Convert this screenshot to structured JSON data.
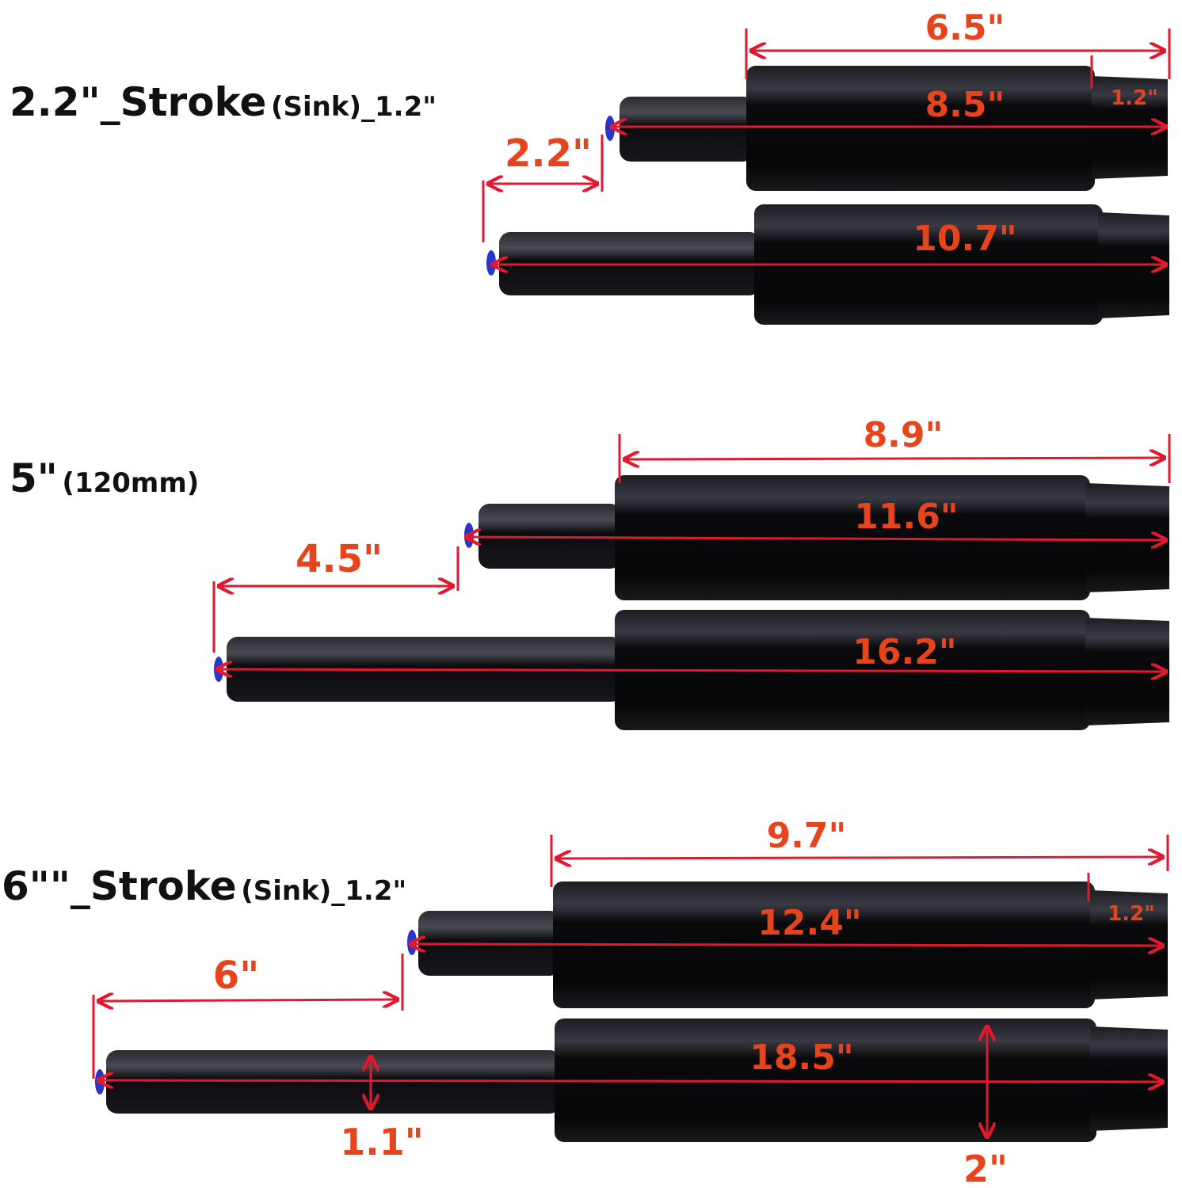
{
  "colors": {
    "background": "#ffffff",
    "cylinder": "#0d0d0f",
    "dimension_line": "#e0192e",
    "dimension_text": "#e8441c",
    "end_cap": "#2a36c8",
    "title_text": "#111111"
  },
  "groups": [
    {
      "title_main": "2.2\"_Stroke",
      "title_sub": "(Sink)_1.2\"",
      "body_length_label": "6.5\"",
      "compressed_length_label": "8.5\"",
      "sink_label": "1.2\"",
      "stroke_label": "2.2\"",
      "extended_length_label": "10.7\""
    },
    {
      "title_main": "5\"",
      "title_sub": "(120mm)",
      "body_length_label": "8.9\"",
      "compressed_length_label": "11.6\"",
      "stroke_label": "4.5\"",
      "extended_length_label": "16.2\""
    },
    {
      "title_main": "6\"\"_Stroke",
      "title_sub": "(Sink)_1.2\"",
      "body_length_label": "9.7\"",
      "compressed_length_label": "12.4\"",
      "sink_label": "1.2\"",
      "stroke_label": "6\"",
      "extended_length_label": "18.5\"",
      "rod_diameter_label": "1.1\"",
      "body_diameter_label": "2\""
    }
  ]
}
